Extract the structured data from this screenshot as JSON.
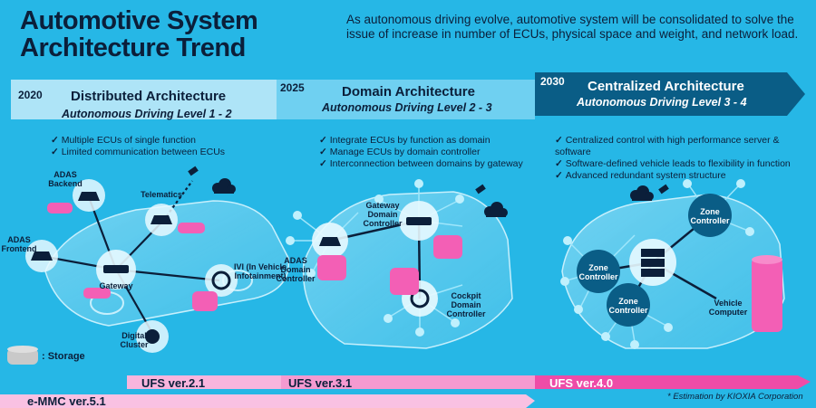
{
  "title": "Automotive System Architecture Trend",
  "intro": "As autonomous driving evolve, automotive system will be consolidated to solve the issue of increase in number of ECUs,  physical space and weight, and network load.",
  "stages": [
    {
      "year": "2020",
      "name": "Distributed Architecture",
      "level": "Autonomous Driving Level 1 - 2"
    },
    {
      "year": "2025",
      "name": "Domain Architecture",
      "level": "Autonomous Driving Level 2 - 3"
    },
    {
      "year": "2030",
      "name": "Centralized Architecture",
      "level": "Autonomous Driving Level 3 - 4"
    }
  ],
  "bullets": {
    "distributed": [
      "Multiple ECUs of single function",
      "Limited communication between ECUs"
    ],
    "domain": [
      "Integrate ECUs by function as domain",
      "Manage ECUs by domain controller",
      "Interconnection between domains by gateway"
    ],
    "centralized": [
      "Centralized control with high performance server & software",
      "Software-defined vehicle leads to flexibility in function",
      "Advanced redundant system structure"
    ]
  },
  "distributed_nodes": {
    "adas_backend": "ADAS Backend",
    "telematics": "Telematics",
    "adas_frontend": "ADAS Frontend",
    "gateway": "Gateway",
    "ivi": "IVI (In Vehicle Infotainment)",
    "digital_cluster": "Digital Cluster"
  },
  "domain_nodes": {
    "gateway_domain": "Gateway Domain Controller",
    "adas_domain": "ADAS Domain Controller",
    "cockpit_domain": "Cockpit Domain Controller"
  },
  "central_nodes": {
    "zone_a": "Zone Controller",
    "zone_b": "Zone Controller",
    "zone_c": "Zone Controller",
    "vehicle_computer": "Vehicle Computer"
  },
  "legend": {
    "storage": ": Storage"
  },
  "storage_bars": {
    "ufs21": "UFS ver.2.1",
    "ufs31": "UFS ver.3.1",
    "ufs40": "UFS ver.4.0",
    "emmc": "e-MMC ver.5.1"
  },
  "footnote": "* Estimation by KIOXIA Corporation",
  "colors": {
    "background": "#26b7e6",
    "stage1": "#aee4f7",
    "stage2": "#5ac8ee",
    "stage3": "#0a5d86",
    "pink": "#f07ac2",
    "storage_pink": "#f35fb5",
    "dark": "#0b1f3a"
  }
}
